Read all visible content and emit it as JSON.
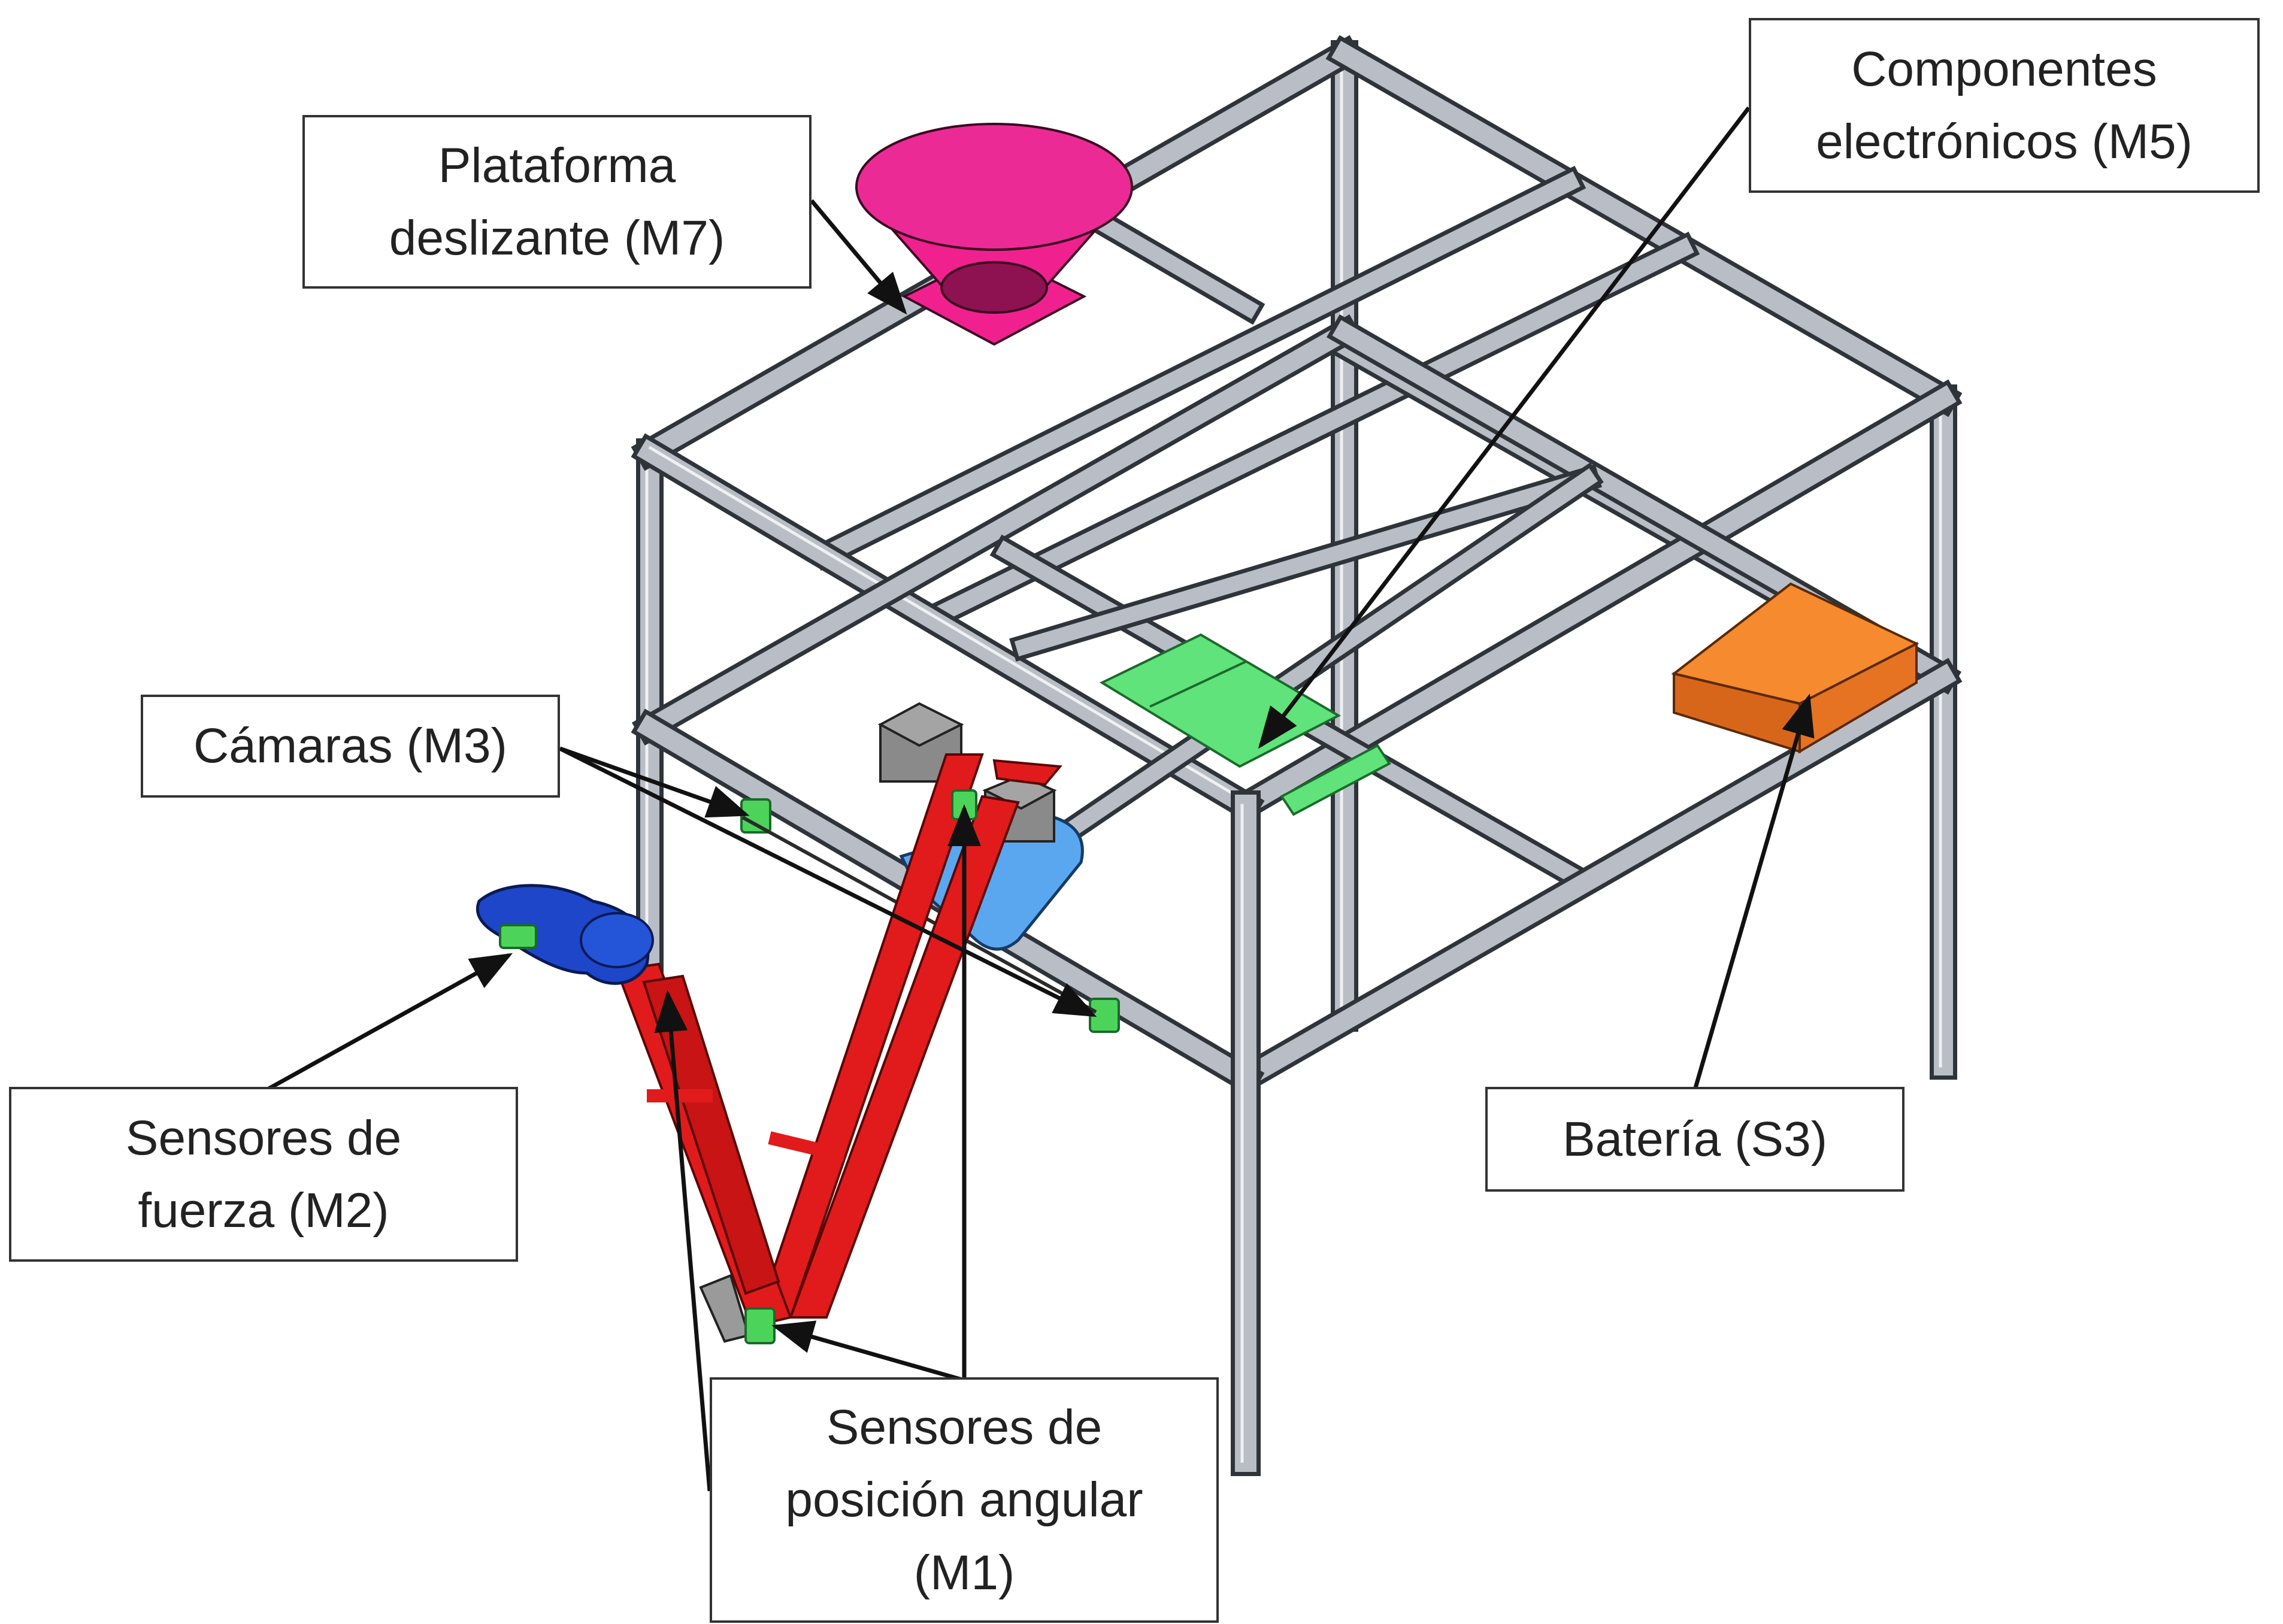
{
  "labels": {
    "plataforma": [
      "Plataforma",
      "deslizante (M7)"
    ],
    "componentes": [
      "Componentes",
      "electrónicos (M5)"
    ],
    "camaras": [
      "Cámaras (M3)"
    ],
    "sensores_fuerza": [
      "Sensores de",
      "fuerza (M2)"
    ],
    "bateria": [
      "Batería (S3)"
    ],
    "sensores_posicion": [
      "Sensores de",
      "posición angular",
      "(M1)"
    ]
  },
  "colors": {
    "frame": "#b9bec6",
    "frame_edge": "#2f333a",
    "hopper": "#f0208f",
    "electronics": "#5fe37a",
    "battery": "#f07a1e",
    "arm": "#e11b1b",
    "base_plate": "#5aa7f0",
    "gripper": "#1e46c8",
    "sensor": "#4cd45a",
    "motor": "#8a8a8a"
  }
}
